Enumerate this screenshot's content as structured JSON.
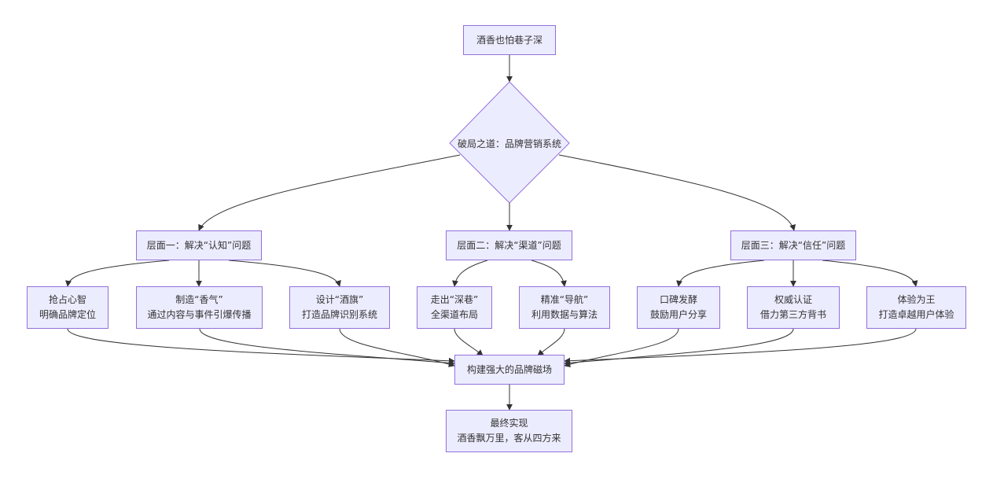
{
  "nodes": {
    "root": {
      "line1": "酒香也怕巷子深"
    },
    "decision": {
      "line1": "破局之道：品牌营销系统"
    },
    "level1": {
      "line1": "层面一：解决“认知”问题"
    },
    "level2": {
      "line1": "层面二：解决“渠道”问题"
    },
    "level3": {
      "line1": "层面三：解决“信任”问题"
    },
    "c1": {
      "line1": "抢占心智",
      "line2": "明确品牌定位"
    },
    "c2": {
      "line1": "制造“香气”",
      "line2": "通过内容与事件引爆传播"
    },
    "c3": {
      "line1": "设计“酒旗”",
      "line2": "打造品牌识别系统"
    },
    "c4": {
      "line1": "走出“深巷”",
      "line2": "全渠道布局"
    },
    "c5": {
      "line1": "精准“导航”",
      "line2": "利用数据与算法"
    },
    "c6": {
      "line1": "口碑发酵",
      "line2": "鼓励用户分享"
    },
    "c7": {
      "line1": "权威认证",
      "line2": "借力第三方背书"
    },
    "c8": {
      "line1": "体验为王",
      "line2": "打造卓越用户体验"
    },
    "hub": {
      "line1": "构建强大的品牌磁场"
    },
    "final": {
      "line1": "最终实现",
      "line2": "酒香飘万里，客从四方来"
    }
  },
  "colors": {
    "node_fill": "#ececff",
    "node_border": "#9370db",
    "edge": "#333333",
    "text": "#333333"
  }
}
